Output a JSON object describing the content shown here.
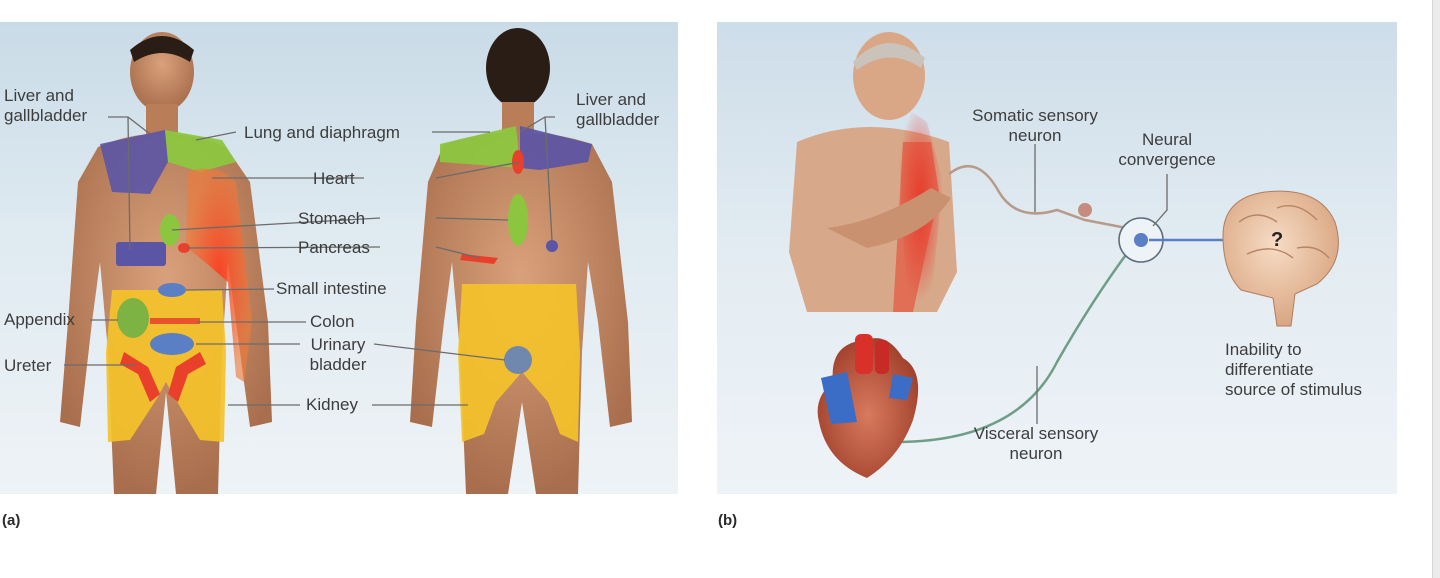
{
  "panel_a": {
    "letter": "(a)",
    "labels": {
      "liver_left": "Liver and\ngallbladder",
      "liver_right": "Liver and\ngallbladder",
      "lung": "Lung and diaphragm",
      "heart": "Heart",
      "stomach": "Stomach",
      "pancreas": "Pancreas",
      "small_intestine": "Small intestine",
      "appendix": "Appendix",
      "colon": "Colon",
      "urinary_bladder": "Urinary\nbladder",
      "ureter": "Ureter",
      "kidney": "Kidney"
    }
  },
  "panel_b": {
    "letter": "(b)",
    "labels": {
      "somatic": "Somatic sensory\nneuron",
      "convergence": "Neural\nconvergence",
      "visceral": "Visceral sensory\nneuron",
      "inability": "Inability to\ndifferentiate\nsource of stimulus"
    },
    "brain_symbol": "?"
  },
  "colors": {
    "skin": "#c98f6a",
    "yellow_zone": "#f4c22a",
    "purple_zone": "#5b55a6",
    "green_zone": "#8cc63f",
    "red_zone": "#e8402a",
    "blue_zone": "#5a7fc4",
    "neuron_line": "#6e9e83"
  }
}
